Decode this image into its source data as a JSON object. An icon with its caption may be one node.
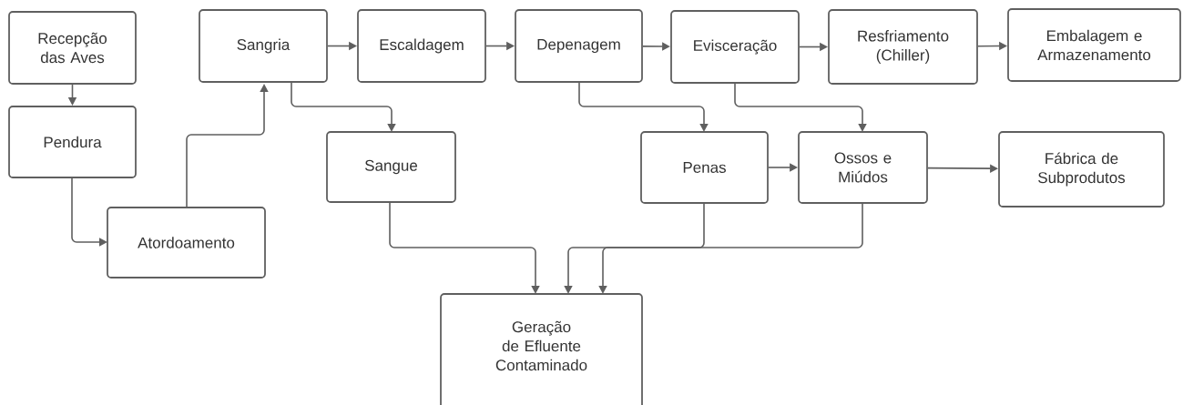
{
  "diagram": {
    "nodes": [
      {
        "text": [
          "Recepção das Aves"
        ]
      },
      {
        "text": [
          "Pendura"
        ]
      },
      {
        "text": [
          "Atordoamento"
        ]
      },
      {
        "text": [
          "Sangria"
        ]
      },
      {
        "text": [
          "Escaldagem"
        ]
      },
      {
        "text": [
          "Depenagem"
        ]
      },
      {
        "text": [
          "Evisceração"
        ]
      },
      {
        "text": [
          "Resfriamento (Chiller)"
        ]
      },
      {
        "text": [
          "Embalagem e Armazenamento"
        ]
      },
      {
        "text": [
          "Sangue"
        ]
      },
      {
        "text": [
          "Penas"
        ]
      },
      {
        "text": [
          "Ossos e Miúdos"
        ]
      },
      {
        "text": [
          "Fábrica de Subprodutos"
        ]
      },
      {
        "text": [
          "Geração de Efluente Contaminado"
        ]
      }
    ],
    "edges": [
      {
        "from": 0,
        "to": 1,
        "arrow": "to"
      },
      {
        "from": 1,
        "to": 2,
        "arrow": "to"
      },
      {
        "from": 2,
        "to": 3,
        "arrow": "to"
      },
      {
        "from": 3,
        "to": 4,
        "arrow": "to"
      },
      {
        "from": 4,
        "to": 5,
        "arrow": "to"
      },
      {
        "from": 5,
        "to": 6,
        "arrow": "to"
      },
      {
        "from": 6,
        "to": 7,
        "arrow": "to"
      },
      {
        "from": 7,
        "to": 8,
        "arrow": "to"
      },
      {
        "from": 3,
        "to": 9,
        "arrow": "to"
      },
      {
        "from": 5,
        "to": 10,
        "arrow": "to"
      },
      {
        "from": 6,
        "to": 11,
        "arrow": "to"
      },
      {
        "from": 10,
        "to": 11,
        "arrow": "to"
      },
      {
        "from": 11,
        "to": 12,
        "arrow": "to"
      },
      {
        "from": 9,
        "to": 13,
        "arrow": "to"
      },
      {
        "from": 10,
        "to": 13,
        "arrow": "to"
      },
      {
        "from": 11,
        "to": 13,
        "arrow": "to"
      }
    ]
  }
}
